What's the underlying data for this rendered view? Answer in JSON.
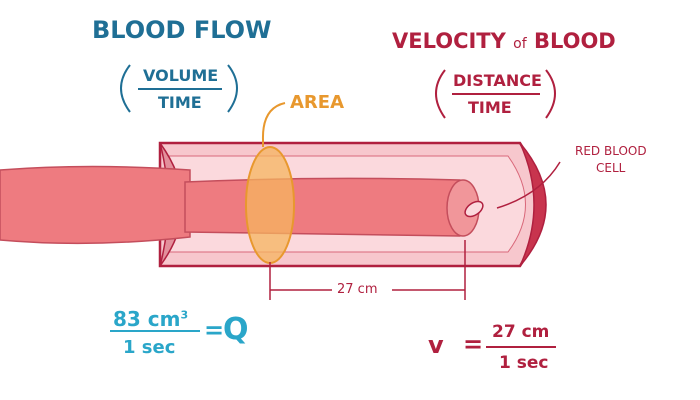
{
  "left_heading": {
    "title": "BLOOD FLOW",
    "numerator": "VOLUME",
    "denominator": "TIME"
  },
  "right_heading": {
    "title_main": "VELOCITY",
    "title_of": "of",
    "title_end": "BLOOD",
    "numerator": "DISTANCE",
    "denominator": "TIME"
  },
  "labels": {
    "area": "AREA",
    "red_blood_cell_line1": "RED BLOOD",
    "red_blood_cell_line2": "CELL",
    "distance": "27 cm"
  },
  "flow_equation": {
    "numerator_value": "83 cm",
    "numerator_exponent": "3",
    "denominator": "1 sec",
    "equals": "=",
    "symbol": "Q"
  },
  "velocity_equation": {
    "symbol": "v",
    "equals": "=",
    "numerator": "27 cm",
    "denominator": "1 sec"
  },
  "colors": {
    "heading_blue": "#1f6f95",
    "formula_teal": "#2aa6c9",
    "heading_red": "#b0203f",
    "area_orange": "#e8982e",
    "vessel_outline": "#b0203f",
    "vessel_wall": "#f4b6bf",
    "blood_column": "#ee7b80"
  }
}
